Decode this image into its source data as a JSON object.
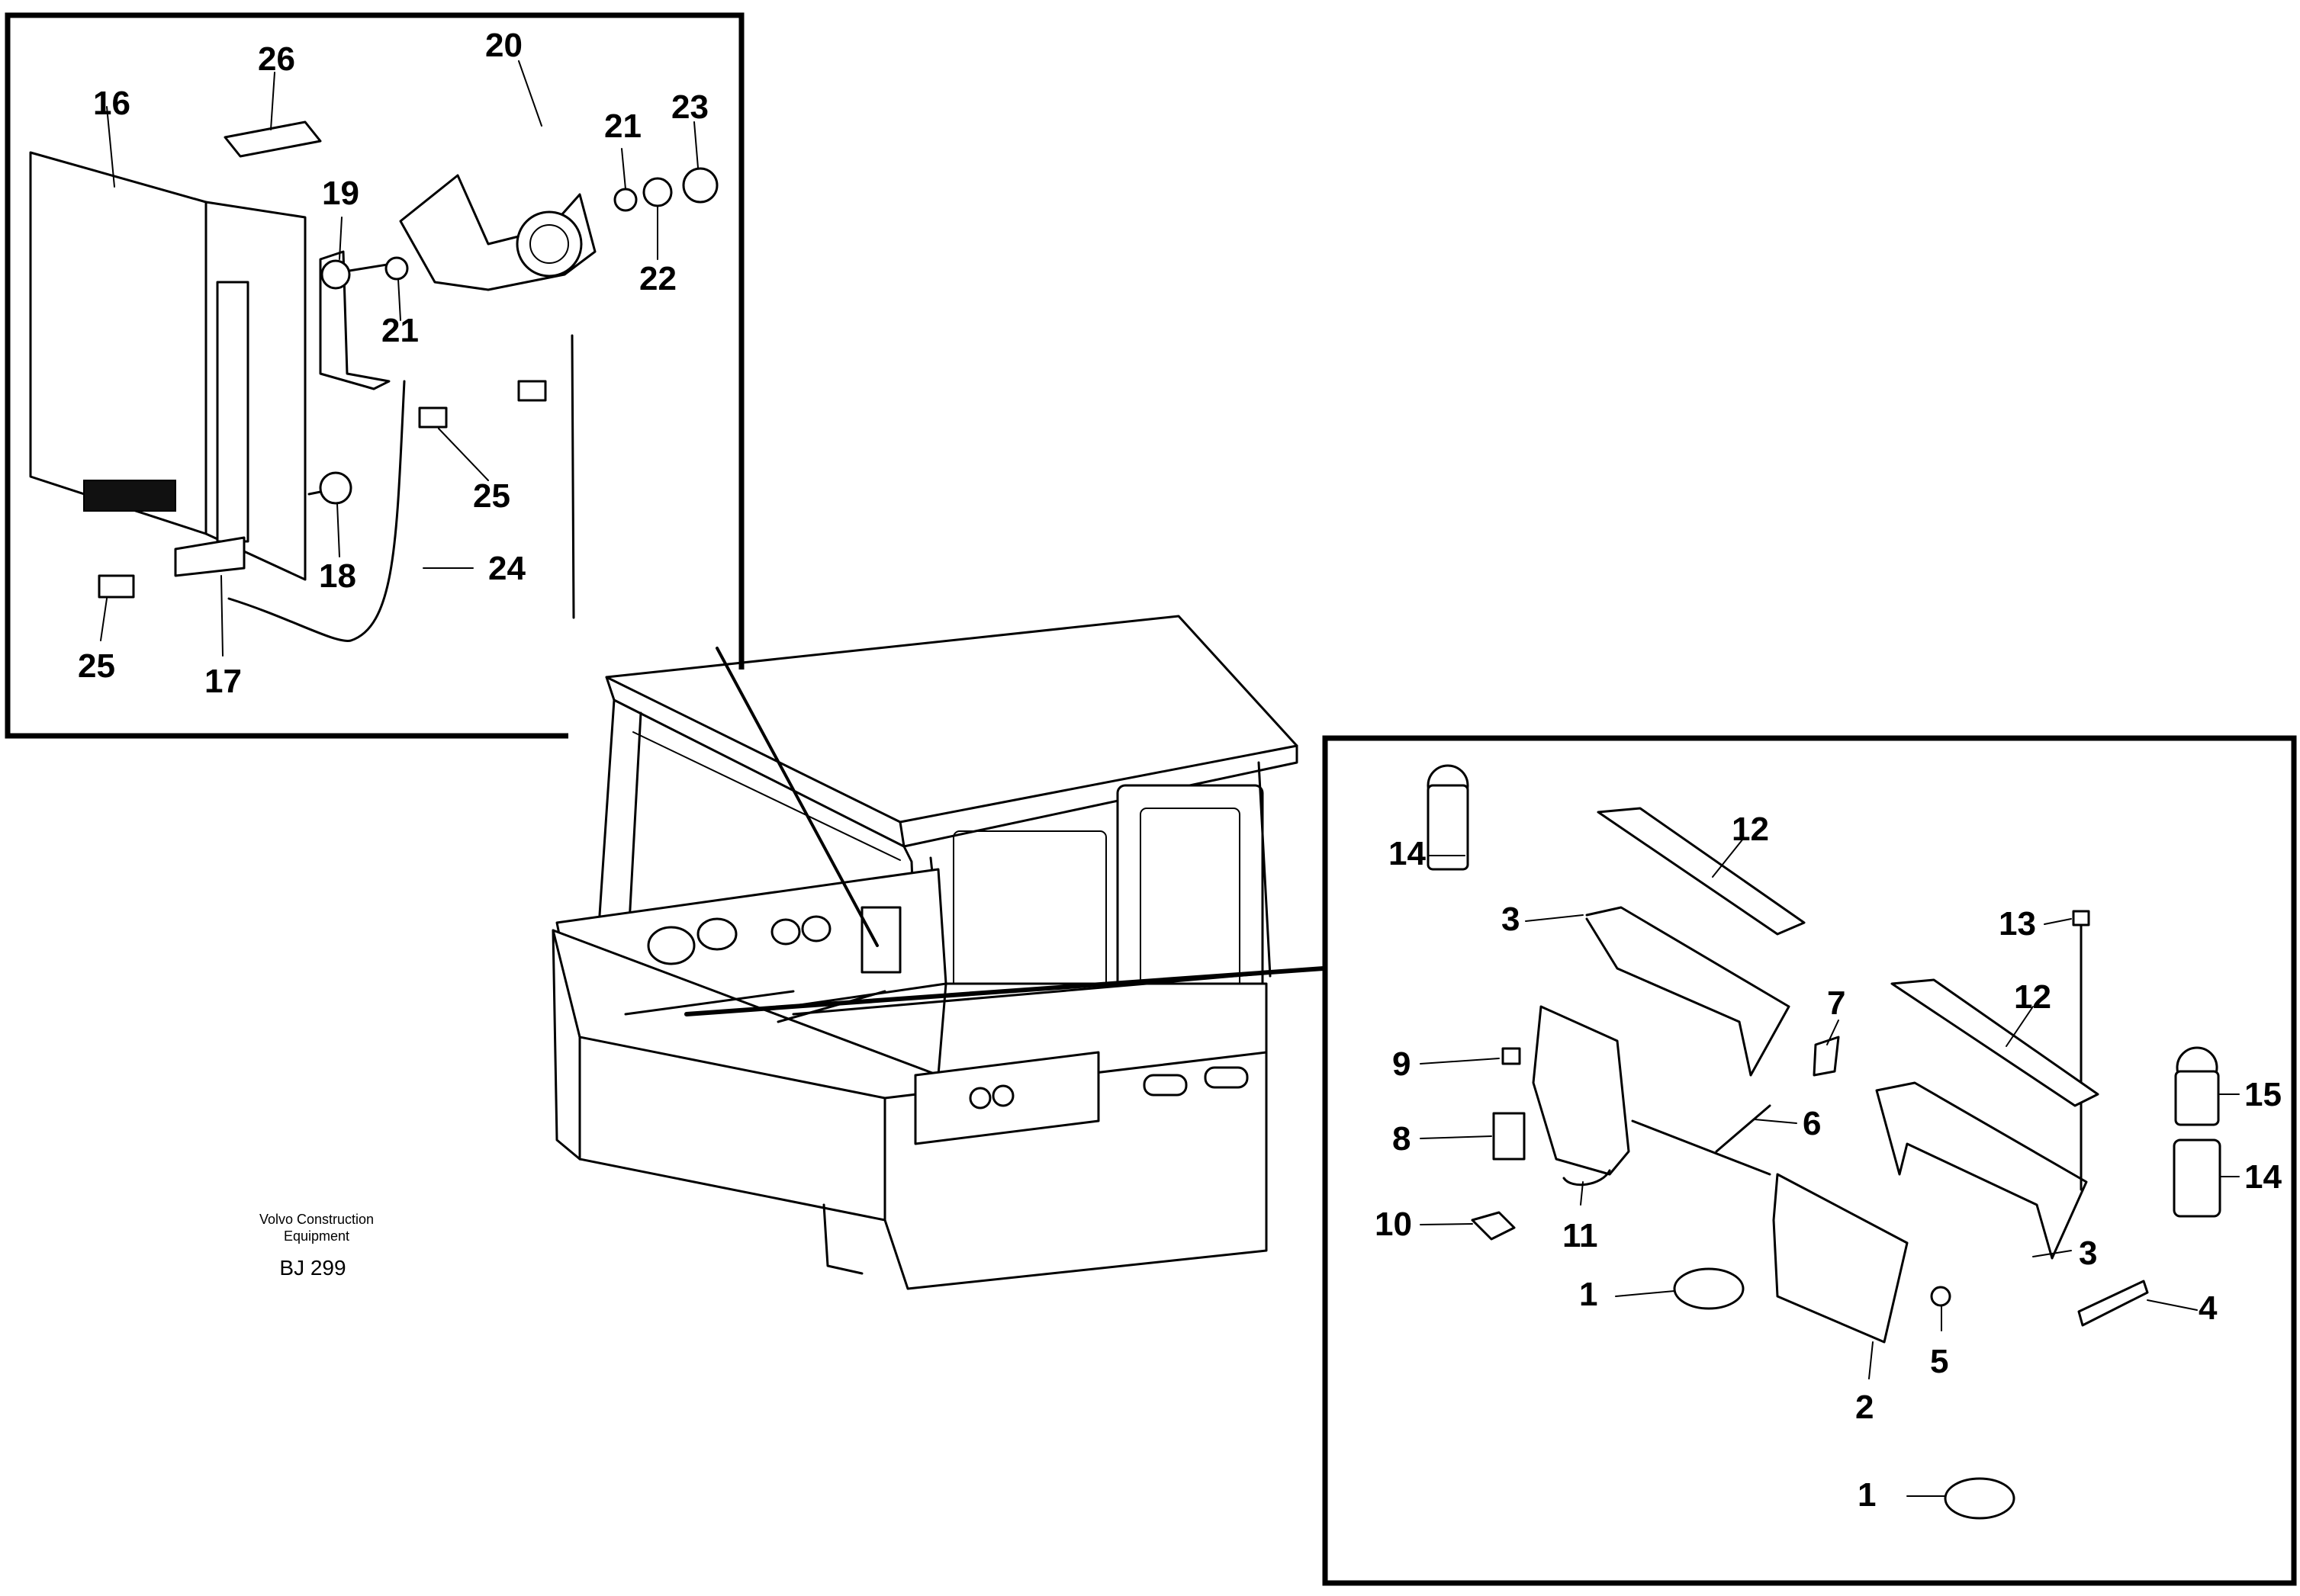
{
  "caption": {
    "company_line1": "Volvo Construction",
    "company_line2": "Equipment",
    "drawing_no": "BJ 299"
  },
  "detail_top_left": {
    "labels": [
      "16",
      "26",
      "20",
      "19",
      "21",
      "23",
      "21",
      "22",
      "25",
      "18",
      "24",
      "25",
      "17"
    ]
  },
  "detail_bottom_right": {
    "labels": [
      "14",
      "12",
      "3",
      "13",
      "12",
      "7",
      "9",
      "8",
      "6",
      "15",
      "14",
      "10",
      "11",
      "3",
      "1",
      "4",
      "5",
      "2",
      "1"
    ]
  }
}
